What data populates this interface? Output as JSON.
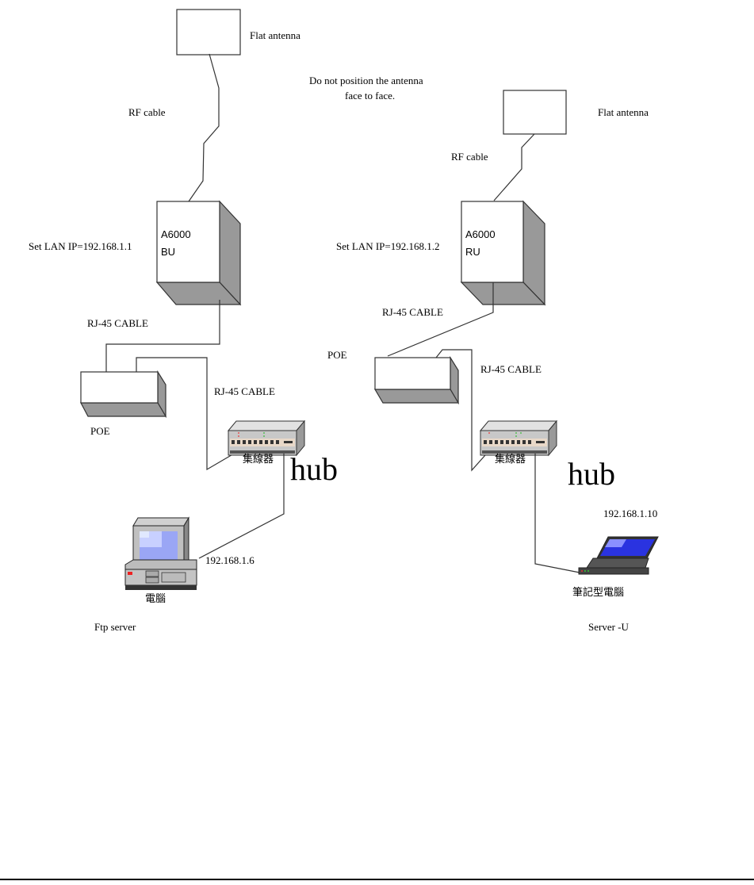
{
  "diagram": {
    "title": "A6000 point-to-point wireless bridge setup",
    "colors": {
      "line": "#333333",
      "box_fill": "#ffffff",
      "shadow": "#999999",
      "screen": "#9aa6f5",
      "laptop_screen": "#2a33e0",
      "hub_body": "#d8d8d8"
    },
    "note": [
      "Do not position the antenna",
      "face to face."
    ],
    "left": {
      "antenna_label": "Flat antenna",
      "rf_cable_label": "RF cable",
      "unit_line1": "A6000",
      "unit_line2": "BU",
      "lan_ip_label": "Set LAN  IP=192.168.1.1",
      "rj45_label_1": "RJ-45 CABLE",
      "poe_label": "POE",
      "rj45_label_2": "RJ-45 CABLE",
      "hub_cjk_label": "集線器",
      "hub_label": "hub",
      "pc_ip": "192.168.1.6",
      "pc_cjk_label": "電腦",
      "pc_role": "Ftp server"
    },
    "right": {
      "antenna_label": "Flat antenna",
      "rf_cable_label": "RF cable",
      "unit_line1": "A6000",
      "unit_line2": "RU",
      "lan_ip_label": "Set LAN  IP=192.168.1.2",
      "rj45_label_1": "RJ-45 CABLE",
      "poe_label": "POE",
      "rj45_label_2": "RJ-45 CABLE",
      "hub_cjk_label": "集線器",
      "hub_label": "hub",
      "pc_ip": "192.168.1.10",
      "pc_cjk_label": "筆記型電腦",
      "pc_role": "Server -U"
    }
  }
}
